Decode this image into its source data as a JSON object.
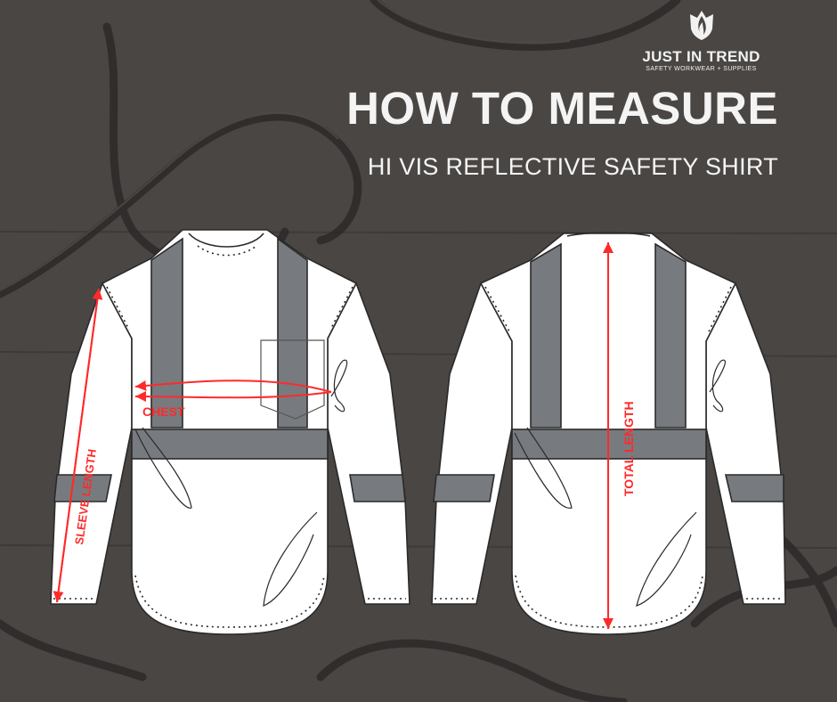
{
  "brand": {
    "name": "JUST IN TREND",
    "tagline": "SAFETY WORKWEAR + SUPPLIES",
    "logo_icon": "flame-shield-icon"
  },
  "header": {
    "title": "HOW TO MEASURE",
    "subtitle": "HI VIS REFLECTIVE SAFETY SHIRT"
  },
  "diagrams": {
    "front": {
      "view": "front",
      "labels": {
        "chest": "CHEST",
        "sleeve_length": "SLEEVE LENGTH"
      }
    },
    "back": {
      "view": "back",
      "labels": {
        "total_length": "TOTAL LENGTH"
      }
    }
  },
  "colors": {
    "background": "#4a4644",
    "shirt": "#ffffff",
    "reflective_stripe": "#777b7f",
    "measure_line": "#ff2a2a",
    "text": "#f4f4f4"
  }
}
